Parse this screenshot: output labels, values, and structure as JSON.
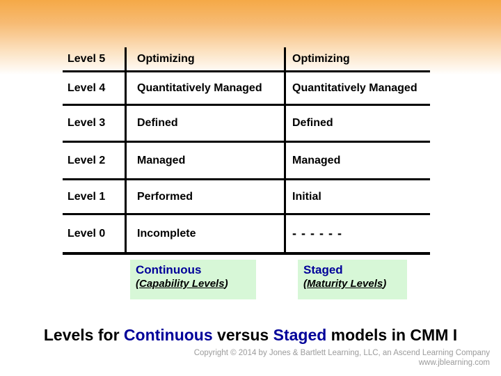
{
  "table": {
    "rows": [
      {
        "level": "Level 5",
        "continuous": "Optimizing",
        "staged": "Optimizing"
      },
      {
        "level": "Level 4",
        "continuous": "Quantitatively Managed",
        "staged": "Quantitatively Managed"
      },
      {
        "level": "Level 3",
        "continuous": "Defined",
        "staged": "Defined"
      },
      {
        "level": "Level 2",
        "continuous": "Managed",
        "staged": "Managed"
      },
      {
        "level": "Level 1",
        "continuous": "Performed",
        "staged": "Initial"
      },
      {
        "level": "Level 0",
        "continuous": "Incomplete",
        "staged": "- - - - - -"
      }
    ]
  },
  "legend": {
    "continuous": {
      "title": "Continuous",
      "sub_open": "(",
      "sub_label": "Capability Levels",
      "sub_close": ")"
    },
    "staged": {
      "title": "Staged",
      "sub_open": "(",
      "sub_label": "Maturity Levels",
      "sub_close": ")"
    }
  },
  "caption": {
    "parts": [
      {
        "text": "Levels for "
      },
      {
        "text": "Continuous"
      },
      {
        "text": " versus "
      },
      {
        "text": "Staged"
      },
      {
        "text": " models in CMM I"
      }
    ]
  },
  "footer": {
    "line1": "Copyright © 2014 by Jones & Bartlett Learning, LLC, an Ascend Learning Company",
    "line2": "www.jblearning.com"
  },
  "colors": {
    "accent_blue": "#000099",
    "highlight_green": "#d7f7d7",
    "gradient_orange": "#f5a947",
    "line_black": "#000000",
    "footer_gray": "#9b9b9b"
  }
}
